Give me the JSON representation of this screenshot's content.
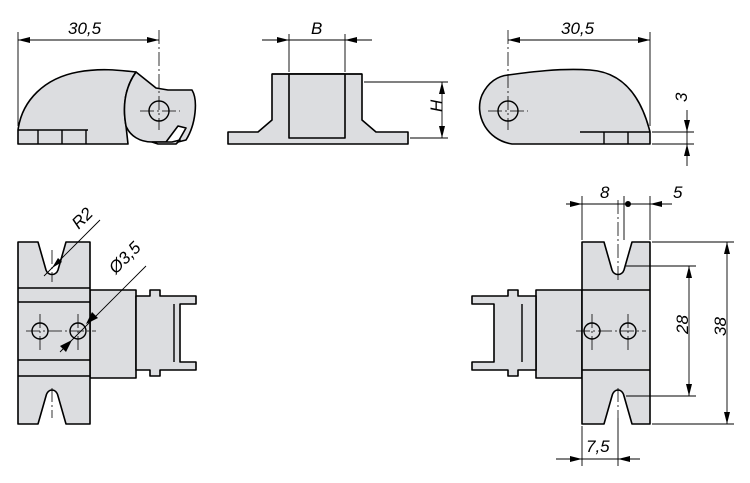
{
  "drawing": {
    "dimensions": {
      "front_left_width": "30,5",
      "front_center_width": "B",
      "front_center_height": "H",
      "front_right_width": "30,5",
      "front_right_step": "3",
      "radius_label": "R2",
      "bore_label": "Ø3,5",
      "right_top_left": "8",
      "right_top_right": "5",
      "right_spacing_inner": "28",
      "right_spacing_outer": "38",
      "right_bottom_offset": "7,5"
    }
  }
}
